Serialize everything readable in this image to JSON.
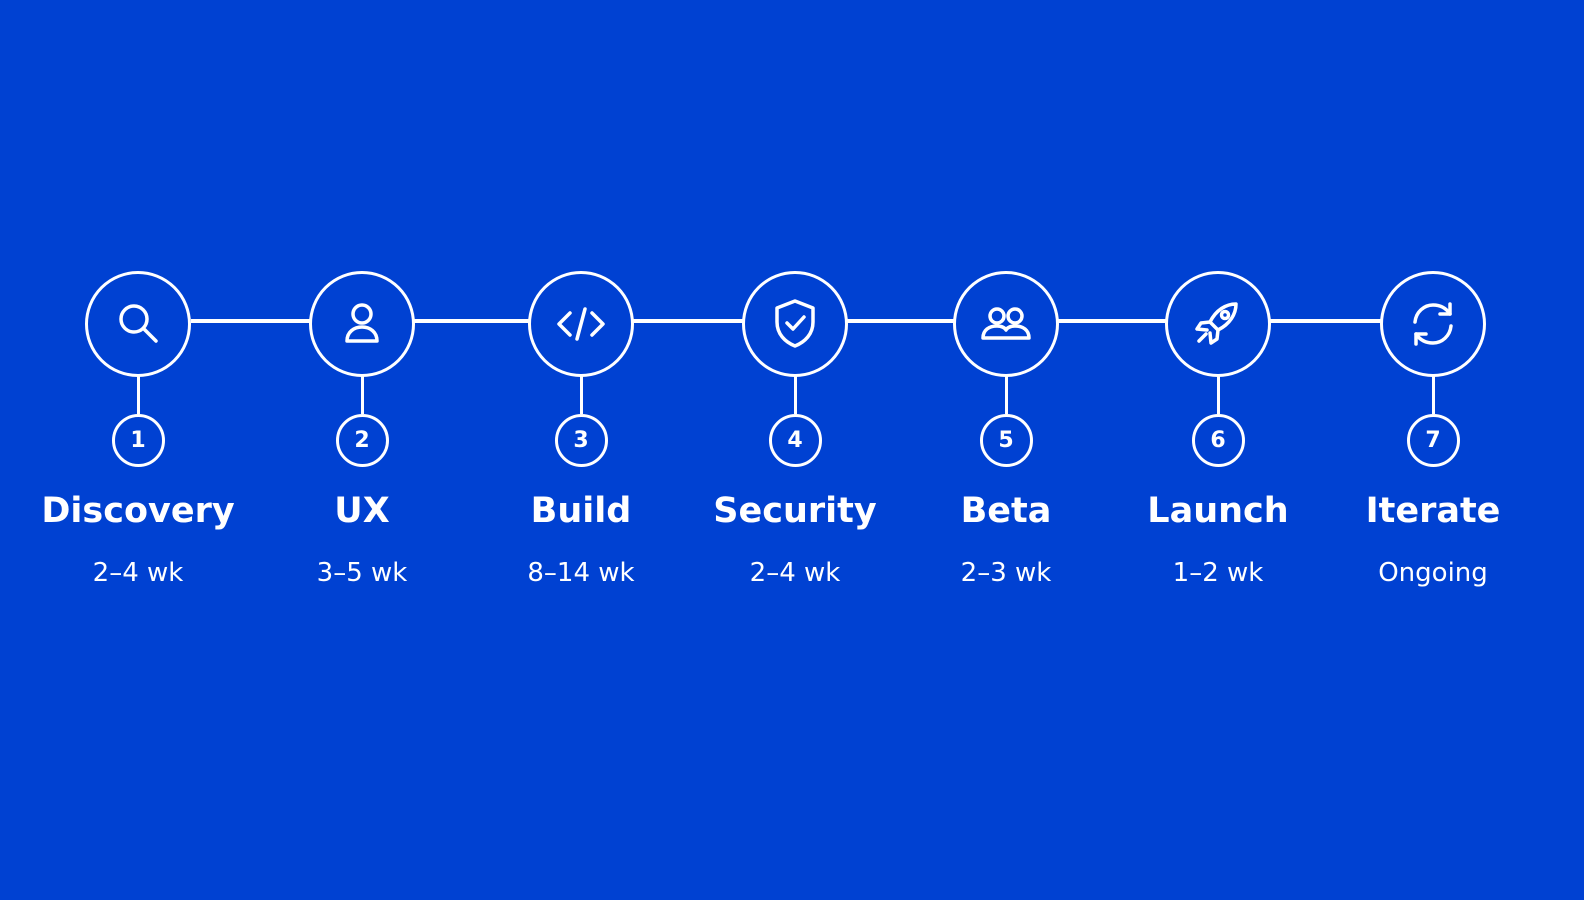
{
  "background_color": "#0041d2",
  "line_color": "#ffffff",
  "steps": [
    {
      "number": "1",
      "label": "Discovery",
      "duration": "2–4 wk",
      "icon": "search-icon"
    },
    {
      "number": "2",
      "label": "UX",
      "duration": "3–5 wk",
      "icon": "user-icon"
    },
    {
      "number": "3",
      "label": "Build",
      "duration": "8–14 wk",
      "icon": "code-icon"
    },
    {
      "number": "4",
      "label": "Security",
      "duration": "2–4 wk",
      "icon": "shield-check-icon"
    },
    {
      "number": "5",
      "label": "Beta",
      "duration": "2–3 wk",
      "icon": "users-icon"
    },
    {
      "number": "6",
      "label": "Launch",
      "duration": "1–2 wk",
      "icon": "rocket-icon"
    },
    {
      "number": "7",
      "label": "Iterate",
      "duration": "Ongoing",
      "icon": "refresh-icon"
    }
  ]
}
